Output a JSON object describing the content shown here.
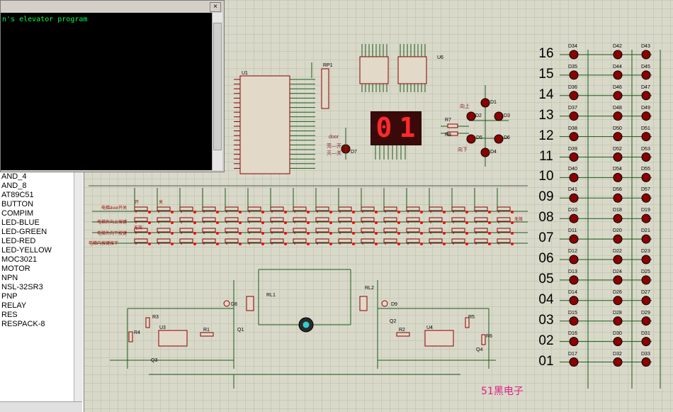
{
  "terminal": {
    "close_glyph": "×",
    "text": "n's elevator program"
  },
  "device_list": [
    "AND_4",
    "AND_8",
    "AT89C51",
    "BUTTON",
    "COMPIM",
    "LED-BLUE",
    "LED-GREEN",
    "LED-RED",
    "LED-YELLOW",
    "MOC3021",
    "MOTOR",
    "NPN",
    "NSL-32SR3",
    "PNP",
    "RELAY",
    "RES",
    "RESPACK-8"
  ],
  "schematic": {
    "display_value": [
      "0",
      "1"
    ],
    "u1_label": "U1",
    "u6_label": "U6",
    "rp1_label": "RP1",
    "led_labels": {
      "d1": "D1",
      "d2": "D2",
      "d3": "D3",
      "d4": "D4",
      "d5": "D5",
      "d6": "D6",
      "d7": "D7",
      "d8": "D8",
      "d9": "D9"
    },
    "direction_up": "向上",
    "direction_down": "向下",
    "door_label": "door",
    "door_open": "亮—开",
    "door_close": "灭—关",
    "r7": "R7",
    "r8": "R8",
    "rl1": "RL1",
    "rl2": "RL2",
    "r1": "R1",
    "r2": "R2",
    "r3": "R3",
    "r4": "R4",
    "r5": "R5",
    "r6": "R6",
    "u3": "U3",
    "u4": "U4",
    "q1": "Q1",
    "q2": "Q2",
    "q3": "Q3",
    "q4": "Q4",
    "button_rows": [
      "电梯door开关",
      "电梯外向上按键",
      "电梯外向下按键",
      "电梯内按键按下"
    ],
    "open_label": "开",
    "close_label": "关",
    "none_label": "无效"
  },
  "floors": [
    "16",
    "15",
    "14",
    "13",
    "12",
    "11",
    "10",
    "09",
    "08",
    "07",
    "06",
    "05",
    "04",
    "03",
    "02",
    "01"
  ],
  "floor_leds": [
    [
      "D34",
      "D42",
      "D43"
    ],
    [
      "D35",
      "D44",
      "D45"
    ],
    [
      "D36",
      "D46",
      "D47"
    ],
    [
      "D37",
      "D48",
      "D49"
    ],
    [
      "D38",
      "D50",
      "D51"
    ],
    [
      "D39",
      "D52",
      "D53"
    ],
    [
      "D40",
      "D54",
      "D55"
    ],
    [
      "D41",
      "D56",
      "D57"
    ],
    [
      "D10",
      "D18",
      "D19"
    ],
    [
      "D11",
      "D20",
      "D21"
    ],
    [
      "D12",
      "D22",
      "D23"
    ],
    [
      "D13",
      "D24",
      "D25"
    ],
    [
      "D14",
      "D26",
      "D27"
    ],
    [
      "D15",
      "D28",
      "D29"
    ],
    [
      "D16",
      "D30",
      "D31"
    ],
    [
      "D17",
      "D32",
      "D33"
    ]
  ],
  "watermark": "51黑电子",
  "colors": {
    "wire": "#1a5c1a",
    "led": "#8b0000",
    "canvas": "#d9d9ca",
    "display": "#ff2a2a"
  }
}
